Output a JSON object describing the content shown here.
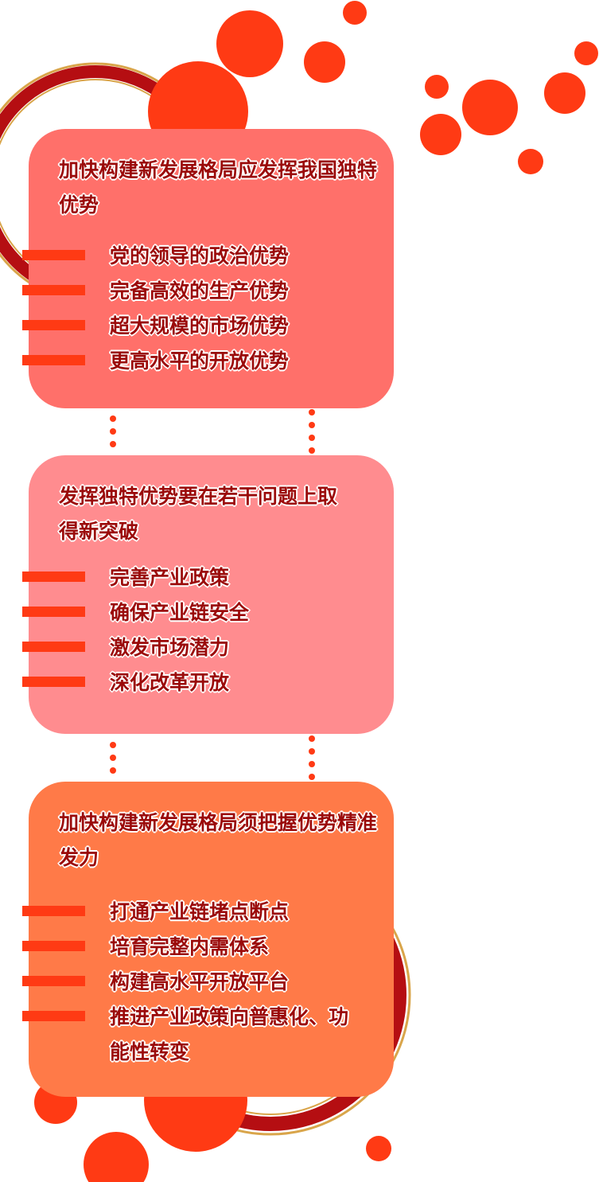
{
  "colors": {
    "accent": "#FF3A14",
    "text": "#9B0A0A",
    "box1": "#FF706A",
    "box2": "#FF8C8F",
    "box3": "#FF7A48",
    "ring": "#B50E12",
    "gold": "#D9A54A"
  },
  "sections": [
    {
      "title": "加快构建新发展格局应发挥我国独特优势",
      "items": [
        "党的领导的政治优势",
        "完备高效的生产优势",
        "超大规模的市场优势",
        "更高水平的开放优势"
      ]
    },
    {
      "title": "发挥独特优势要在若干问题上取得新突破",
      "items": [
        "完善产业政策",
        "确保产业链安全",
        "激发市场潜力",
        "深化改革开放"
      ]
    },
    {
      "title": "加快构建新发展格局须把握优势精准发力",
      "items": [
        "打通产业链堵点断点",
        "培育完整内需体系",
        "构建高水平开放平台",
        "推进产业政策向普惠化、功能性转变"
      ]
    }
  ]
}
